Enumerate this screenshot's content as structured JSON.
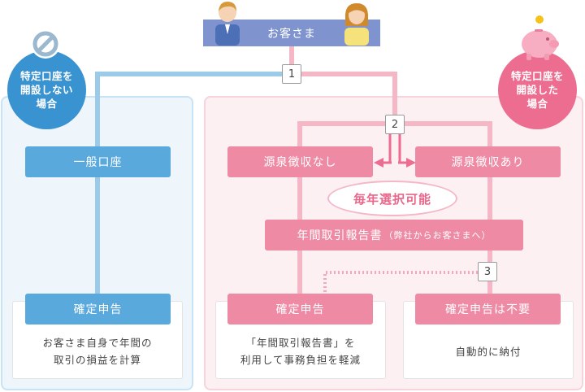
{
  "customer": {
    "label": "お客さま"
  },
  "no_account": {
    "label": "特定口座を\n開設しない\n場合"
  },
  "with_account": {
    "label": "特定口座を\n開設した\n場合"
  },
  "steps": [
    "1",
    "2",
    "3"
  ],
  "left": {
    "account_label": "一般口座",
    "tax_return_label": "確定申告",
    "tax_return_desc": "お客さま自身で年間の\n取引の損益を計算"
  },
  "right": {
    "no_withholding_label": "源泉徴収なし",
    "withholding_label": "源泉徴収あり",
    "yearly_select_label": "毎年選択可能",
    "report_label": "年間取引報告書",
    "report_sub": "（弊社からお客さまへ）",
    "tax_return_label": "確定申告",
    "tax_return_desc": "「年間取引報告書」を\n利用して事務負担を軽減",
    "not_required_label": "確定申告は不要",
    "not_required_desc": "自動的に納付"
  },
  "colors": {
    "blue": "#5aa9dc",
    "pink": "#ee8aa4",
    "customer": "#7f93cf",
    "circle_blue": "#3a93d1",
    "circle_pink": "#ec6d8f"
  }
}
